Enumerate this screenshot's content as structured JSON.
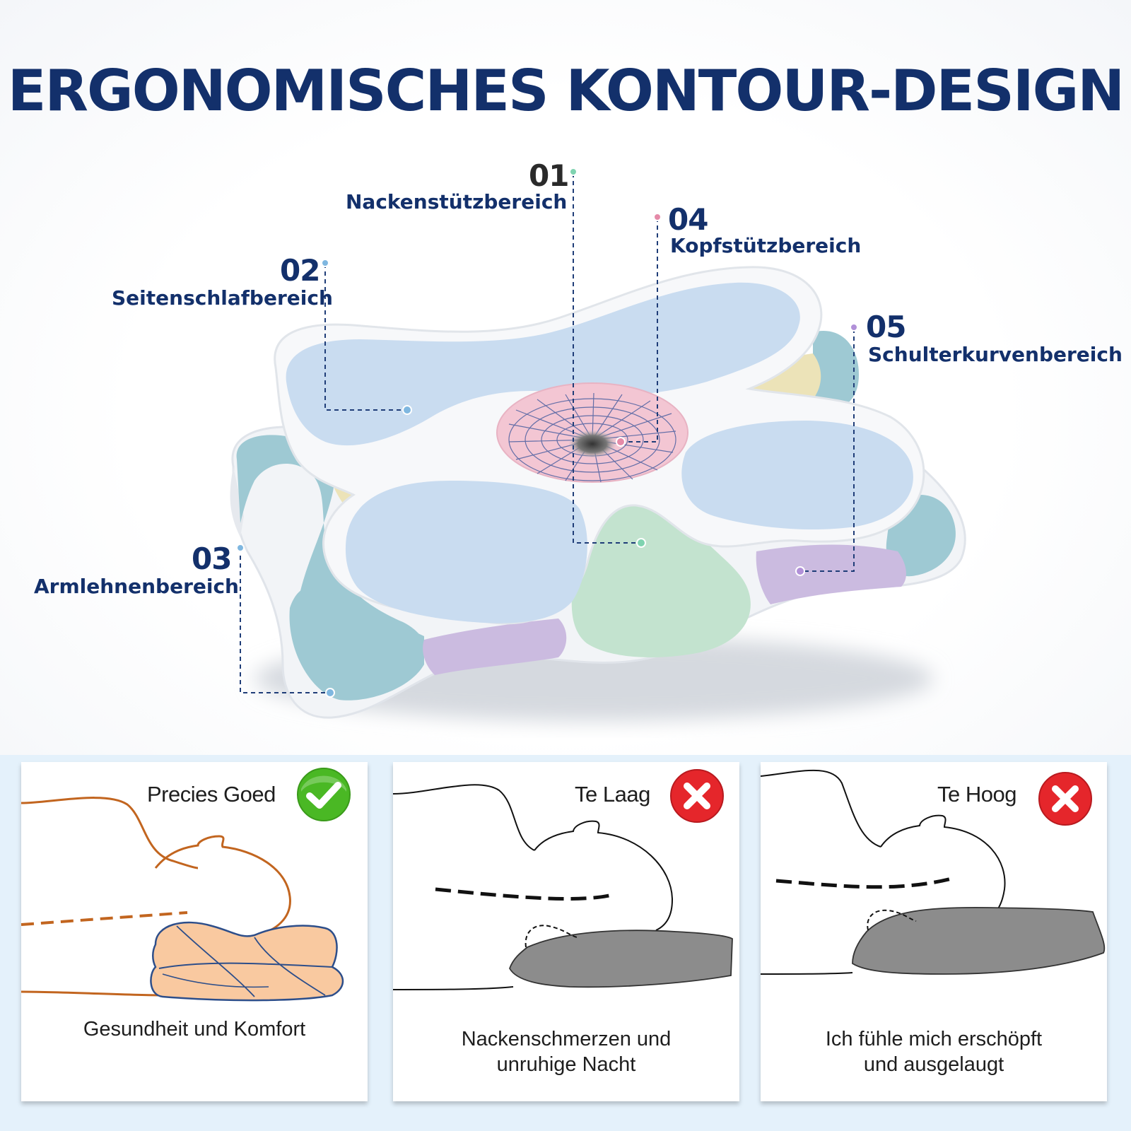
{
  "title": "ERGONOMISCHES KONTOUR-DESIGN",
  "zones": [
    {
      "number": "01",
      "label": "Nackenstützbereich",
      "color": "#7fd3b0"
    },
    {
      "number": "02",
      "label": "Seitenschlafbereich",
      "color": "#7fb7e0"
    },
    {
      "number": "03",
      "label": "Armlehnenbereich",
      "color": "#7fb7e0"
    },
    {
      "number": "04",
      "label": "Kopfstützbereich",
      "color": "#e58aa8"
    },
    {
      "number": "05",
      "label": "Schulterkurvenbereich",
      "color": "#b190d8"
    }
  ],
  "comparisons": [
    {
      "title": "Precies Goed",
      "status": "check-icon",
      "caption_lines": [
        "Gesundheit und Komfort"
      ]
    },
    {
      "title": "Te Laag",
      "status": "cross-icon",
      "caption_lines": [
        "Nackenschmerzen und",
        "unruhige Nacht"
      ]
    },
    {
      "title": "Te Hoog",
      "status": "cross-icon",
      "caption_lines": [
        "Ich fühle mich erschöpft",
        "und ausgelaugt"
      ]
    }
  ],
  "colors": {
    "title": "#13306b",
    "panel_background": "#e4f1fb",
    "pillow_blue": "#c9dcf0",
    "pillow_teal": "#9ec9d3",
    "pillow_yellow": "#ece3b8",
    "pillow_green": "#c3e3cf",
    "pillow_purple": "#cbbbe0",
    "pillow_pink": "#f3c6d3",
    "good_pillow": "#f9c9a0",
    "bad_pillow": "#8c8c8c",
    "check_green": "#4ab824",
    "cross_red": "#e5262b"
  }
}
